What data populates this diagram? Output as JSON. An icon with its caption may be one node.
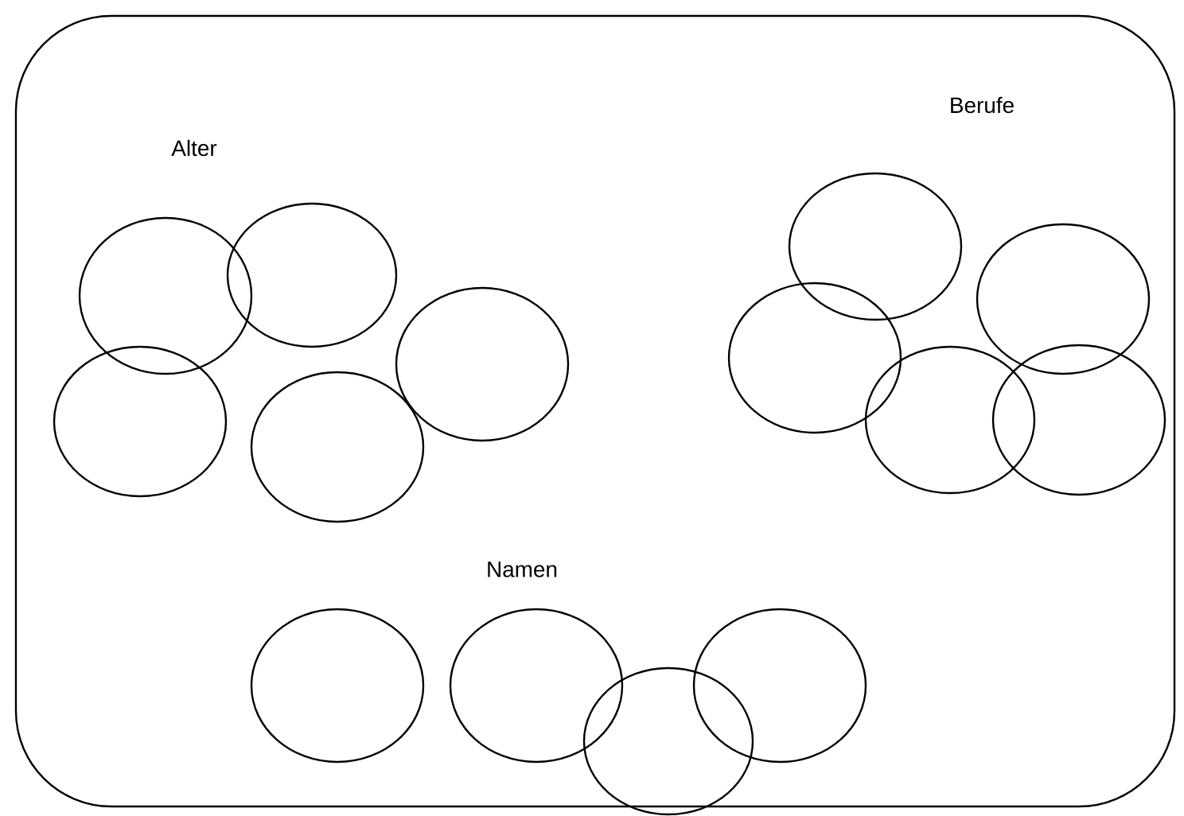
{
  "diagram": {
    "nodes": [
      {
        "text": [],
        "shape": "box"
      },
      {
        "text": [],
        "shape": "circle",
        "in": 0
      },
      {
        "text": [],
        "shape": "circle",
        "in": 0
      },
      {
        "text": [],
        "shape": "circle",
        "in": 0
      },
      {
        "text": [],
        "shape": "circle",
        "in": 0
      },
      {
        "text": [],
        "shape": "circle",
        "in": 0
      },
      {
        "text": [],
        "shape": "circle",
        "in": 0
      },
      {
        "text": [],
        "shape": "circle",
        "in": 0
      },
      {
        "text": [],
        "shape": "circle",
        "in": 0
      },
      {
        "text": [],
        "shape": "circle",
        "in": 0
      },
      {
        "text": [],
        "shape": "circle",
        "in": 0
      },
      {
        "text": [],
        "shape": "circle",
        "in": 0
      },
      {
        "text": [],
        "shape": "circle",
        "in": 0
      },
      {
        "text": [],
        "shape": "circle",
        "in": 0
      },
      {
        "text": [],
        "shape": "circle",
        "in": 0
      }
    ],
    "labels": [
      "Alter",
      "Berufe",
      "Namen"
    ]
  }
}
